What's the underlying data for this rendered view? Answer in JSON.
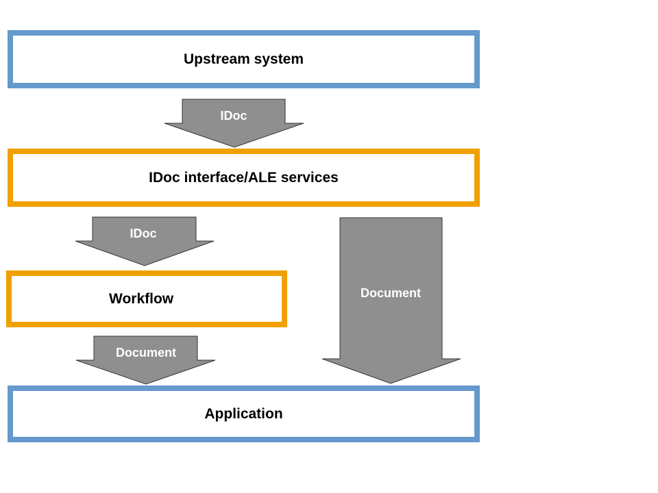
{
  "diagram": {
    "nodes": [
      {
        "id": "upstream",
        "label": "Upstream system",
        "role": "external-system"
      },
      {
        "id": "idoc_ale",
        "label": "IDoc interface/ALE services",
        "role": "processing-layer"
      },
      {
        "id": "workflow",
        "label": "Workflow",
        "role": "processing-layer"
      },
      {
        "id": "application",
        "label": "Application",
        "role": "external-system"
      }
    ],
    "edges": [
      {
        "from": "upstream",
        "to": "idoc_ale",
        "label": "IDoc"
      },
      {
        "from": "idoc_ale",
        "to": "workflow",
        "label": "IDoc"
      },
      {
        "from": "workflow",
        "to": "application",
        "label": "Document"
      },
      {
        "from": "idoc_ale",
        "to": "application",
        "label": "Document"
      }
    ],
    "colors": {
      "external_system_border": "#6699cc",
      "processing_layer_border": "#f0a000",
      "arrow_fill": "#8f8f8f",
      "arrow_label": "#ffffff"
    }
  }
}
